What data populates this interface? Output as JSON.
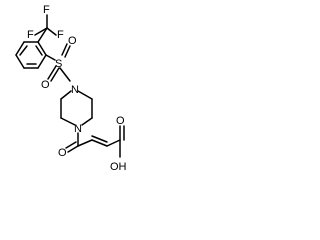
{
  "molecule": {
    "atoms": [
      {
        "id": "F1",
        "label": "F",
        "name": "atom-label-fluorine-1"
      },
      {
        "id": "F2",
        "label": "F",
        "name": "atom-label-fluorine-2"
      },
      {
        "id": "F3",
        "label": "F",
        "name": "atom-label-fluorine-3"
      },
      {
        "id": "S",
        "label": "S",
        "name": "atom-label-sulfur"
      },
      {
        "id": "O1",
        "label": "O",
        "name": "atom-label-sulfonyl-oxygen-1"
      },
      {
        "id": "O2",
        "label": "O",
        "name": "atom-label-sulfonyl-oxygen-2"
      },
      {
        "id": "N1",
        "label": "N",
        "name": "atom-label-nitrogen-1"
      },
      {
        "id": "N2",
        "label": "N",
        "name": "atom-label-nitrogen-2"
      },
      {
        "id": "O3",
        "label": "O",
        "name": "atom-label-carbonyl-oxygen"
      },
      {
        "id": "O4",
        "label": "O",
        "name": "atom-label-acid-carbonyl-oxygen"
      },
      {
        "id": "OH",
        "label": "OH",
        "name": "atom-label-hydroxyl"
      }
    ]
  }
}
